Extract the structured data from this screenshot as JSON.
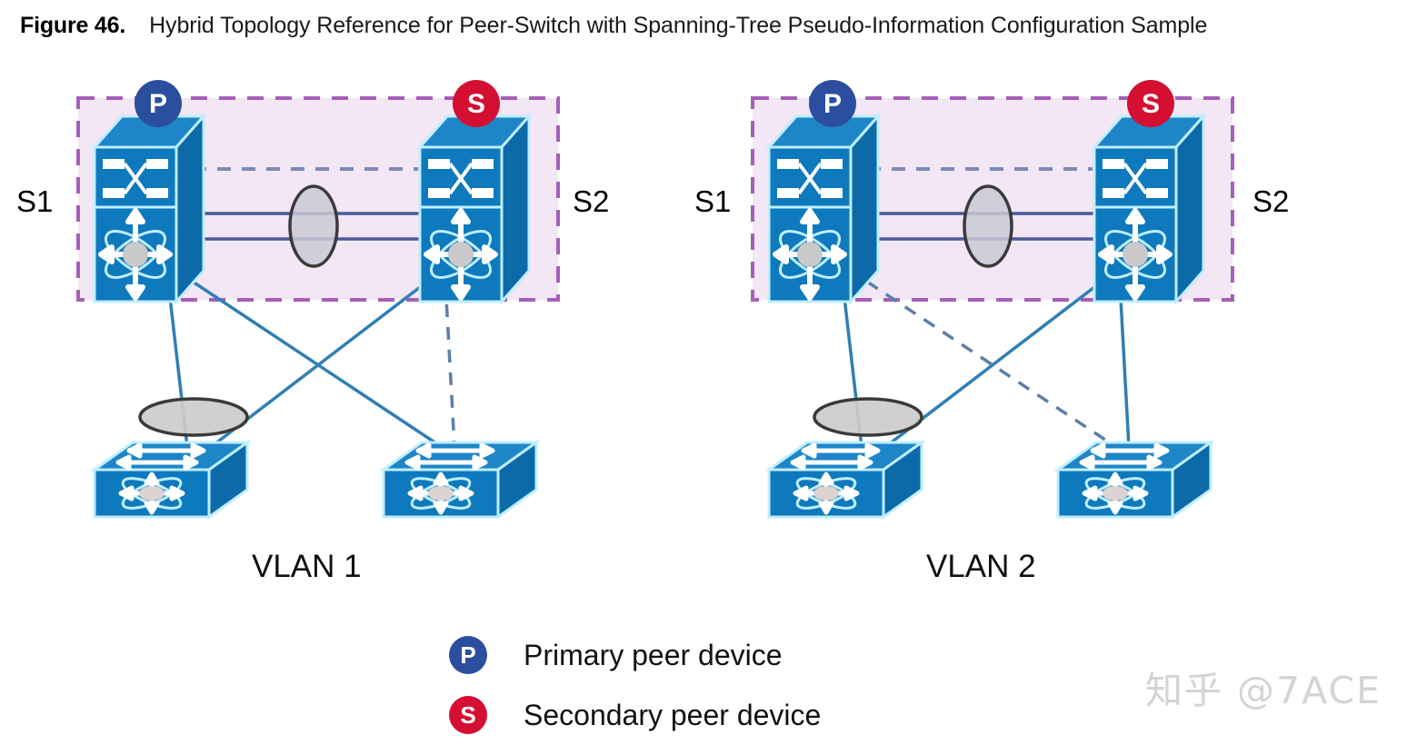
{
  "figure": {
    "number": "Figure 46.",
    "title": "Hybrid Topology Reference for Peer-Switch with Spanning-Tree Pseudo-Information Configuration Sample"
  },
  "colors": {
    "chassis_blue": "#0f79bd",
    "chassis_top_blue": "#1e86c8",
    "chassis_side_blue": "#0c6aa8",
    "icon_light": "#bfeeff",
    "vpc_domain_fill": "#f3e6f5",
    "vpc_domain_border": "#a55fb8",
    "peer_link": "#4a5a9a",
    "downlink": "#2f7fb5",
    "keepalive_dash": "#7b8ab8",
    "oval_fill": "#c9c9d4",
    "oval_stroke": "#3a3a3a",
    "port_channel_fill": "#cccccc",
    "primary_badge": "#2b4f9e",
    "secondary_badge": "#d40f32",
    "text": "#111111",
    "watermark": "#d2d4d6"
  },
  "topologies": [
    {
      "id": "vlan1",
      "vlan_label": "VLAN 1",
      "left_switch_label": "S1",
      "right_switch_label": "S2",
      "left_switch_role": "P",
      "left_switch_role_name": "Primary peer device",
      "right_switch_role": "S",
      "right_switch_role_name": "Secondary peer device",
      "peer_link_members": 2,
      "peer_keepalive": "dashed",
      "access_switches": [
        {
          "id": "vlan1-access-left",
          "bundled": true,
          "uplinks": [
            {
              "from": "S1",
              "style": "solid"
            },
            {
              "from": "S2",
              "style": "solid"
            }
          ]
        },
        {
          "id": "vlan1-access-right",
          "bundled": false,
          "uplinks": [
            {
              "from": "S1",
              "style": "solid"
            },
            {
              "from": "S2",
              "style": "dashed"
            }
          ]
        }
      ]
    },
    {
      "id": "vlan2",
      "vlan_label": "VLAN 2",
      "left_switch_label": "S1",
      "right_switch_label": "S2",
      "left_switch_role": "P",
      "left_switch_role_name": "Primary peer device",
      "right_switch_role": "S",
      "right_switch_role_name": "Secondary peer device",
      "peer_link_members": 2,
      "peer_keepalive": "dashed",
      "access_switches": [
        {
          "id": "vlan2-access-left",
          "bundled": true,
          "uplinks": [
            {
              "from": "S1",
              "style": "solid"
            },
            {
              "from": "S2",
              "style": "solid"
            }
          ]
        },
        {
          "id": "vlan2-access-right",
          "bundled": false,
          "uplinks": [
            {
              "from": "S1",
              "style": "dashed"
            },
            {
              "from": "S2",
              "style": "solid"
            }
          ]
        }
      ]
    }
  ],
  "labels": {
    "vlan1": "VLAN 1",
    "vlan2": "VLAN 2",
    "s1_left": "S1",
    "s2_left": "S2",
    "s1_right": "S1",
    "s2_right": "S2",
    "badge_p": "P",
    "badge_s": "S"
  },
  "legend": {
    "items": [
      {
        "badge": "P",
        "label": "Primary peer device",
        "color": "#2b4f9e"
      },
      {
        "badge": "S",
        "label": "Secondary peer device",
        "color": "#d40f32"
      }
    ]
  },
  "watermark": {
    "text": "知乎 @7ACE"
  }
}
